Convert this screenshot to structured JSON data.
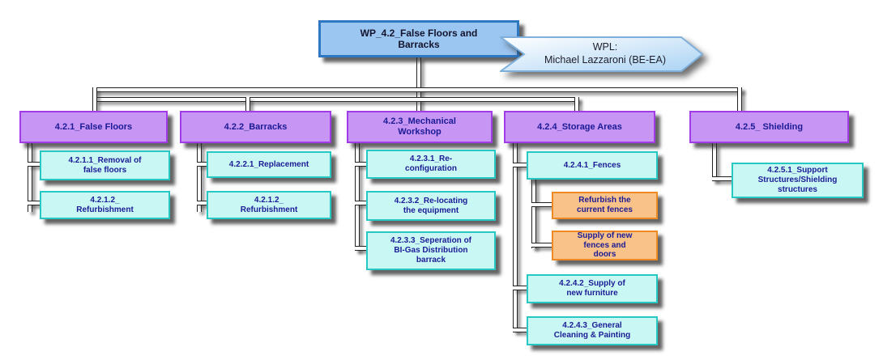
{
  "root": {
    "label": "WP_4.2_False Floors and\nBarracks"
  },
  "wpl": {
    "label": "WPL:\nMichael Lazzaroni (BE-EA)"
  },
  "branches": [
    {
      "label": "4.2.1_False Floors",
      "children": [
        {
          "label": "4.2.1.1_Removal of\nfalse floors"
        },
        {
          "label": "4.2.1.2_\nRefurbishment"
        }
      ]
    },
    {
      "label": "4.2.2_Barracks",
      "children": [
        {
          "label": "4.2.2.1_Replacement"
        },
        {
          "label": "4.2.1.2_\nRefurbishment"
        }
      ]
    },
    {
      "label": "4.2.3_Mechanical\nWorkshop",
      "children": [
        {
          "label": "4.2.3.1_Re-\nconfiguration"
        },
        {
          "label": "4.2.3.2_Re-locating\nthe equipment"
        },
        {
          "label": "4.2.3.3_Seperation of\nBI-Gas Distribution\nbarrack"
        }
      ]
    },
    {
      "label": "4.2.4_Storage Areas",
      "children": [
        {
          "label": "4.2.4.1_Fences",
          "subtasks": [
            "Refurbish the\ncurrent fences",
            "Supply of new\nfences and\ndoors"
          ]
        },
        {
          "label": "4.2.4.2_Supply of\nnew furniture"
        },
        {
          "label": "4.2.4.3_General\nCleaning & Painting"
        }
      ]
    },
    {
      "label": "4.2.5_ Shielding",
      "children": [
        {
          "label": "4.2.5.1_Support\nStructures/Shielding\nstructures"
        }
      ]
    }
  ],
  "colors": {
    "root_fill": "#9CC6F2",
    "root_border": "#2E78C2",
    "root_text": "#13132B",
    "branch_fill": "#C795F3",
    "branch_border": "#A13BE8",
    "leaf_fill": "#C9F8F4",
    "leaf_border": "#25C8C2",
    "task_fill": "#F9C289",
    "task_border": "#EE8A24",
    "node_text": "#1B1B96",
    "banner_border": "#7FB0DC",
    "banner_grad_start": "#FFFFFF",
    "banner_grad_end": "#A9D2F4",
    "banner_text": "#20202C",
    "line_core": "#FFFFFF",
    "line_edge": "#222222"
  }
}
